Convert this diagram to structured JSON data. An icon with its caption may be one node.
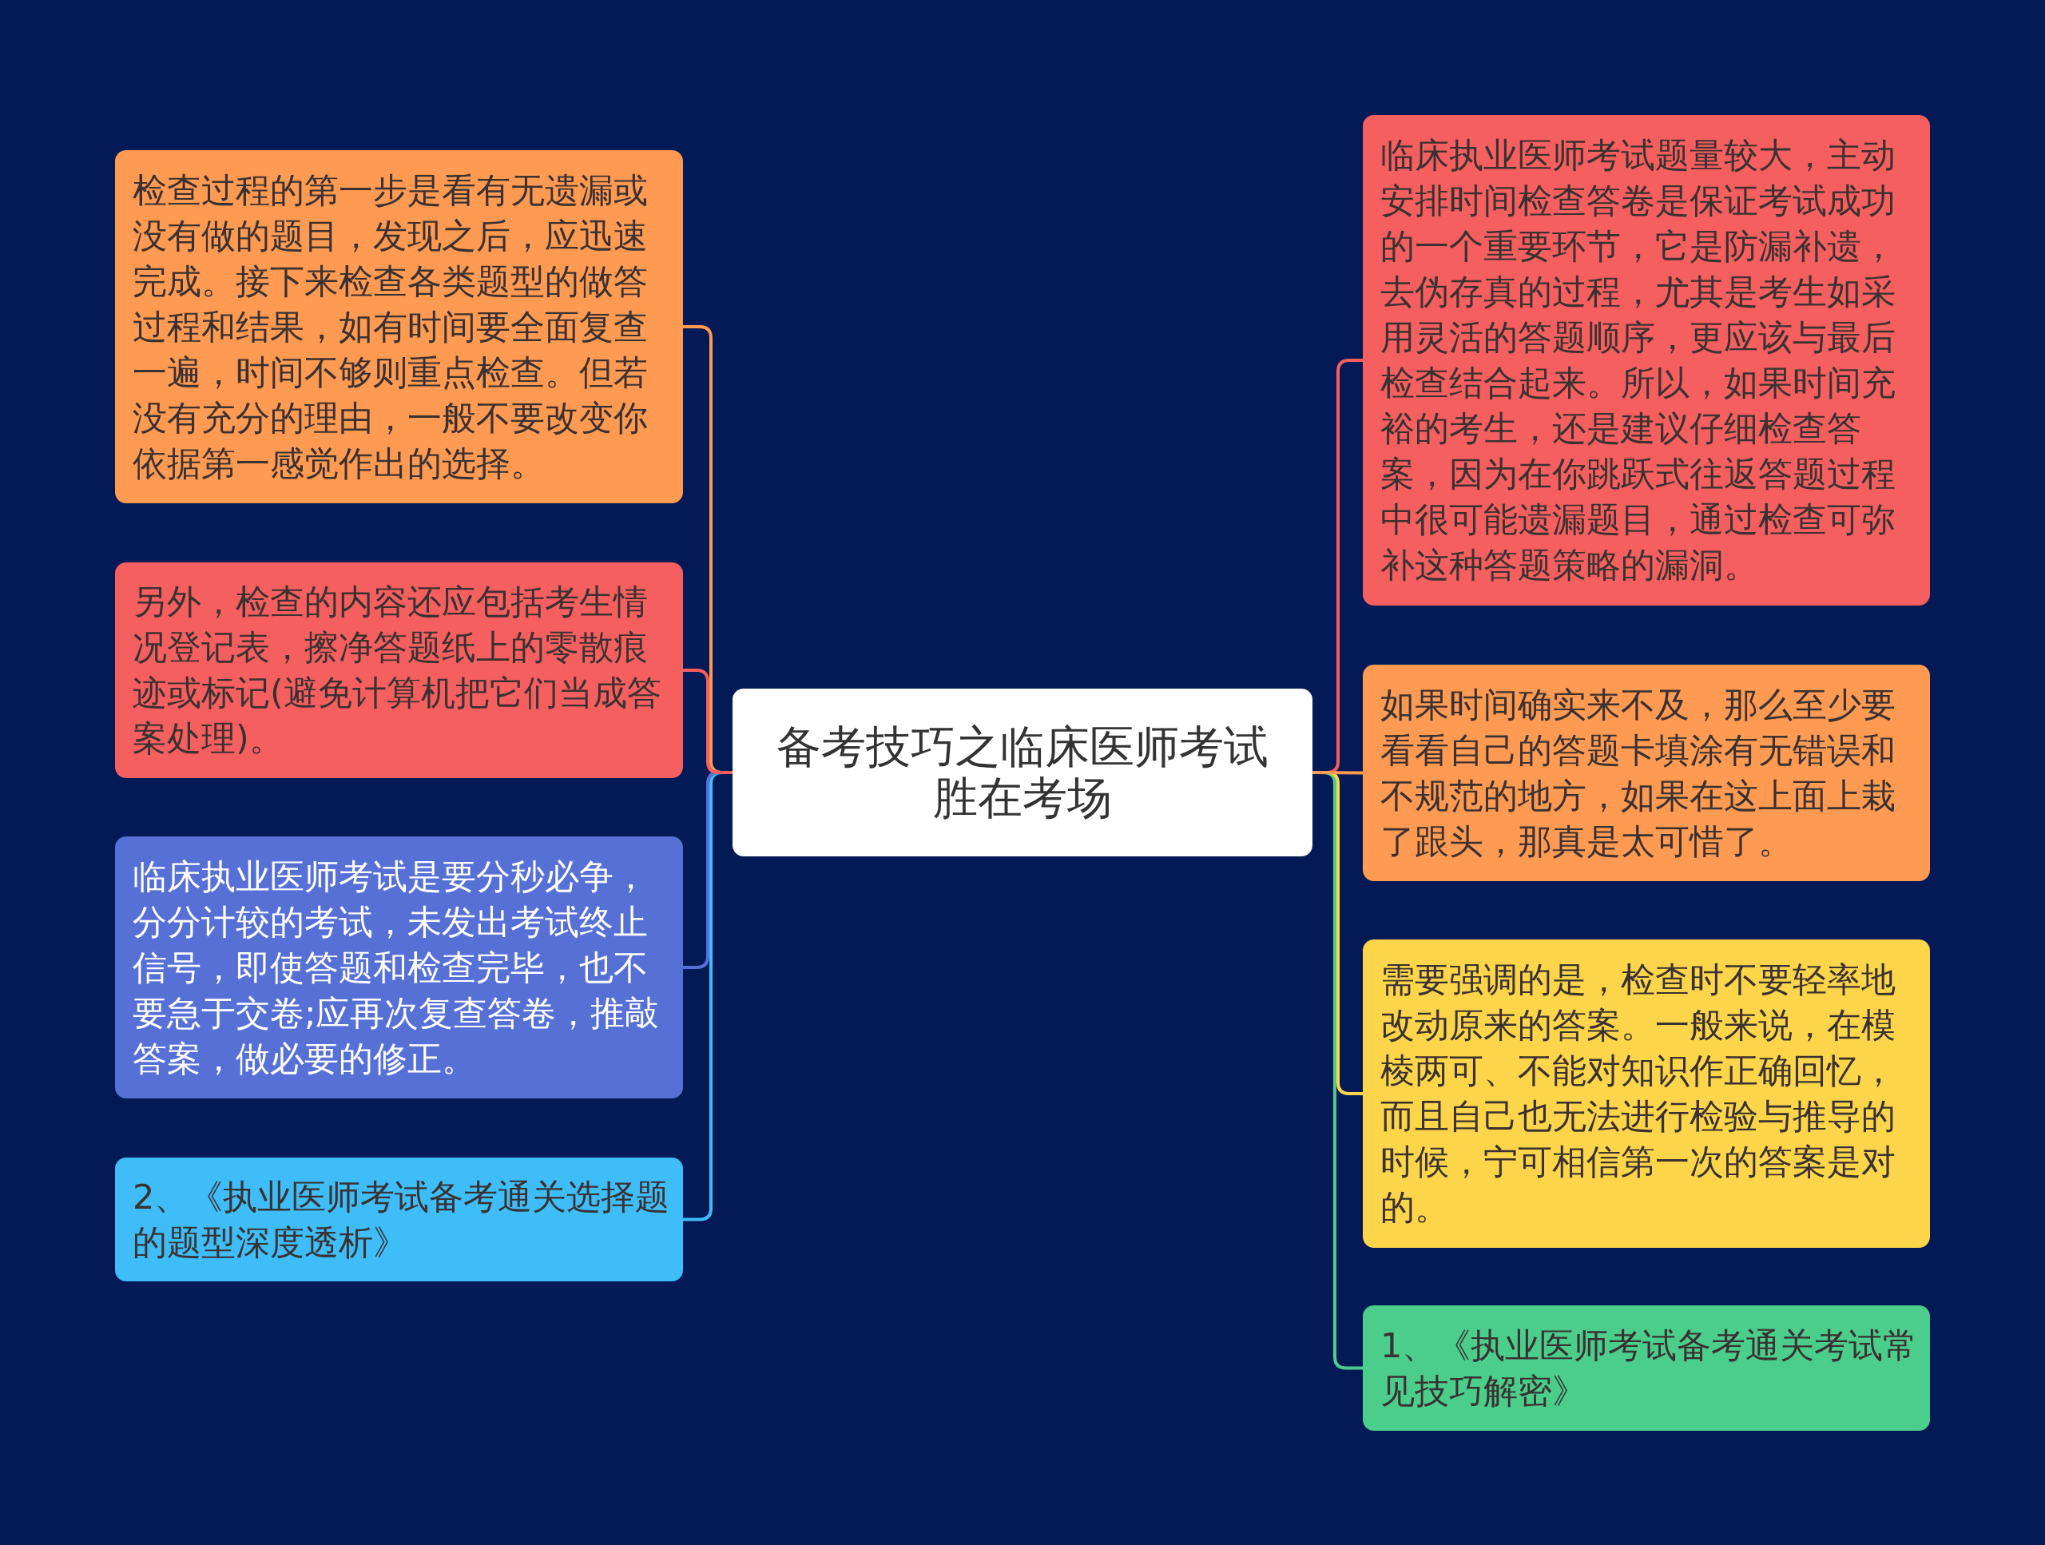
{
  "diagram": {
    "nodes": [
      {
        "text": [
          "备考技巧之临床医师考试胜在考场"
        ]
      },
      {
        "text": [
          "检查过程的第一步是看有无遗漏或没有做的题目，发现之后，应迅速完成。接下来检查各类题型的做答过程和结果，如有时间要全面复查一遍，时间不够则重点检查。但若没有充分的理由，一般不要改变你依据第一感觉作出的选择。"
        ]
      },
      {
        "text": [
          "另外，检查的内容还应包括考生情况登记表，擦净答题纸上的零散痕迹或标记(避免计算机把它们当成答案处理)。"
        ]
      },
      {
        "text": [
          "临床执业医师考试是要分秒必争，分分计较的考试，未发出考试终止信号，即使答题和检查完毕，也不要急于交卷;应再次复查答卷，推敲答案，做必要的修正。"
        ]
      },
      {
        "text": [
          "2、《执业医师考试备考通关选择题的题型深度透析》"
        ]
      },
      {
        "text": [
          "临床执业医师考试题量较大，主动安排时间检查答卷是保证考试成功的一个重要环节，它是防漏补遗，去伪存真的过程，尤其是考生如采用灵活的答题顺序，更应该与最后检查结合起来。所以，如果时间充裕的考生，还是建议仔细检查答案，因为在你跳跃式往返答题过程中很可能遗漏题目，通过检查可弥补这种答题策略的漏洞。"
        ]
      },
      {
        "text": [
          "如果时间确实来不及，那么至少要看看自己的答题卡填涂有无错误和不规范的地方，如果在这上面上栽了跟头，那真是太可惜了。"
        ]
      },
      {
        "text": [
          "需要强调的是，检查时不要轻率地改动原来的答案。一般来说，在模棱两可、不能对知识作正确回忆，而且自己也无法进行检验与推导的时候，宁可相信第一次的答案是对的。"
        ]
      },
      {
        "text": [
          "1、《执业医师考试备考通关考试常见技巧解密》"
        ]
      }
    ],
    "edges": [
      {
        "from": 0,
        "to": 1,
        "arrow": "none",
        "color": "#ff9a52"
      },
      {
        "from": 0,
        "to": 2,
        "arrow": "none",
        "color": "#f65f5f"
      },
      {
        "from": 0,
        "to": 3,
        "arrow": "none",
        "color": "#5670d6"
      },
      {
        "from": 0,
        "to": 4,
        "arrow": "none",
        "color": "#3ebdf8"
      },
      {
        "from": 0,
        "to": 5,
        "arrow": "none",
        "color": "#f65f5f"
      },
      {
        "from": 0,
        "to": 6,
        "arrow": "none",
        "color": "#ff9a52"
      },
      {
        "from": 0,
        "to": 7,
        "arrow": "none",
        "color": "#fdd54a"
      },
      {
        "from": 0,
        "to": 8,
        "arrow": "none",
        "color": "#4bce8c"
      }
    ]
  }
}
